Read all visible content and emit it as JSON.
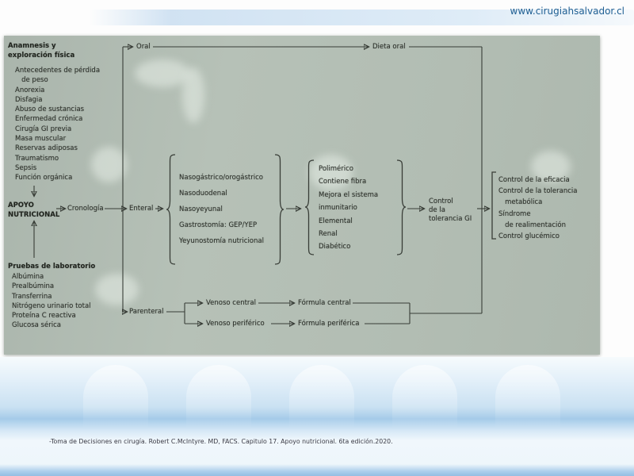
{
  "header": {
    "site_url": "www.cirugiahsalvador.cl"
  },
  "diagram": {
    "assessment": {
      "title": [
        "Anamnesis y",
        "exploración física"
      ],
      "items": [
        "Antecedentes de pérdida",
        "   de peso",
        "Anorexia",
        "Disfagia",
        "Abuso de sustancias",
        "Enfermedad crónica",
        "Cirugía GI previa",
        "Masa muscular",
        "Reservas adiposas",
        "Traumatismo",
        "Sepsis",
        "Función orgánica"
      ]
    },
    "central_node": [
      "APOYO",
      "NUTRICIONAL"
    ],
    "labs": {
      "title": "Pruebas de laboratorio",
      "items": [
        "Albúmina",
        "Prealbúmina",
        "Transferrina",
        "Nitrógeno urinario total",
        "Proteína C reactiva",
        "Glucosa sérica"
      ]
    },
    "flow": {
      "cronologia": "Cronología",
      "oral": "Oral",
      "dieta_oral": "Dieta oral",
      "enteral": "Enteral",
      "parenteral": "Parenteral",
      "enteral_routes": [
        "Nasogástrico/orogástrico",
        "Nasoduodenal",
        "Nasoyeyunal",
        "Gastrostomía: GEP/YEP",
        "Yeyunostomía nutricional"
      ],
      "formula_types": [
        "Polimérico",
        "Contiene fibra",
        "Mejora el sistema",
        "inmunitario",
        "Elemental",
        "Renal",
        "Diabético"
      ],
      "control": [
        "Control",
        "de la",
        "tolerancia GI"
      ],
      "monitoring": [
        "Control de la eficacia",
        "Control de la tolerancia",
        "   metabólica",
        "Síndrome",
        "   de realimentación",
        "Control glucémico"
      ],
      "venoso_central": "Venoso central",
      "venoso_periferico": "Venoso periférico",
      "formula_central": "Fórmula central",
      "formula_periferica": "Fórmula periférica"
    }
  },
  "footer": {
    "citation": "-Toma de Decisiones en cirugía. Robert C.McIntyre. MD, FACS. Capitulo 17. Apoyo nutricional. 6ta edición.2020."
  }
}
